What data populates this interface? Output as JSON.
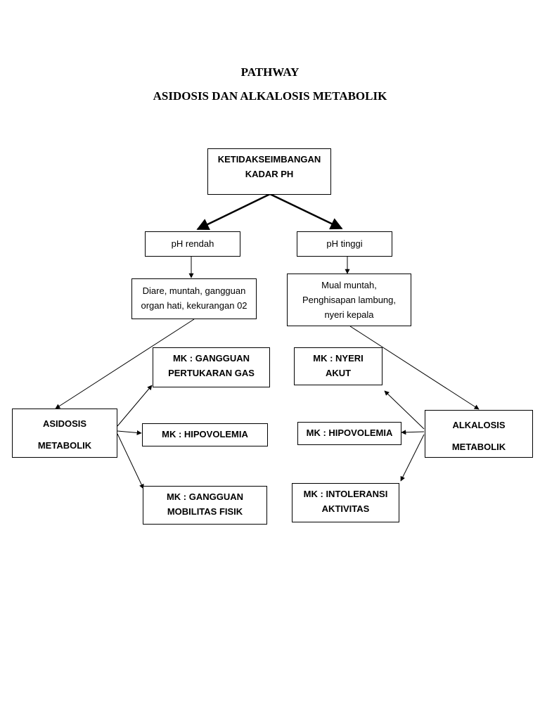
{
  "title": {
    "line1": "PATHWAY",
    "line2": "ASIDOSIS DAN ALKALOSIS METABOLIK"
  },
  "nodes": {
    "root": [
      "KETIDAKSEIMBANGAN",
      "KADAR PH"
    ],
    "ph_low": "pH rendah",
    "ph_high": "pH tinggi",
    "cause_low": [
      "Diare, muntah, gangguan",
      "organ hati, kekurangan 02"
    ],
    "cause_high": [
      "Mual muntah,",
      "Penghisapan lambung,",
      "nyeri kepala"
    ],
    "acidosis": [
      "ASIDOSIS",
      "METABOLIK"
    ],
    "alkalosis": [
      "ALKALOSIS",
      "METABOLIK"
    ],
    "mk_left": {
      "gas": [
        "MK : GANGGUAN",
        "PERTUKARAN GAS"
      ],
      "hipovolemia": "MK : HIPOVOLEMIA",
      "mobilitas": [
        "MK : GANGGUAN",
        "MOBILITAS FISIK"
      ]
    },
    "mk_right": {
      "nyeri": [
        "MK : NYERI",
        "AKUT"
      ],
      "hipovolemia": "MK : HIPOVOLEMIA",
      "intoleransi": [
        "MK : INTOLERANSI",
        "AKTIVITAS"
      ]
    }
  }
}
